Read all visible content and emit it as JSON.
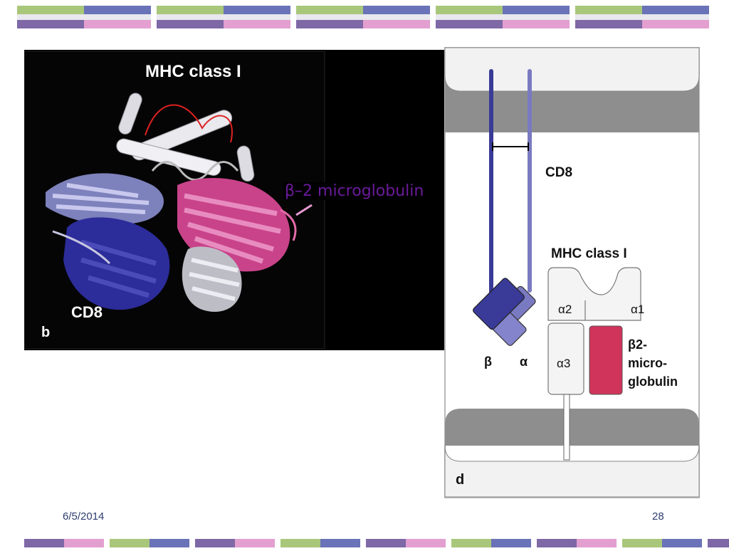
{
  "colors": {
    "green": "#a9c77a",
    "blue": "#6a72b8",
    "purple": "#7e68a6",
    "pink": "#e39fd0",
    "cd8_dark": "#3a3a98",
    "cd8_light": "#7a7ac2",
    "b2m_red": "#d0345a",
    "beta2_annotation": "#6a1a9a"
  },
  "left_panel": {
    "title": "MHC class I",
    "cd8_label": "CD8",
    "panel_letter": "b",
    "annotation": "β–2 microglobulin"
  },
  "right_panel": {
    "cd8_label": "CD8",
    "mhc_title": "MHC class I",
    "alpha1": "α1",
    "alpha2": "α2",
    "alpha3": "α3",
    "beta_label": "β",
    "alpha_label": "α",
    "b2m_line1": "β2-",
    "b2m_line2": "micro-",
    "b2m_line3": "globulin",
    "panel_letter": "d"
  },
  "footer": {
    "date": "6/5/2014",
    "page": "28"
  }
}
